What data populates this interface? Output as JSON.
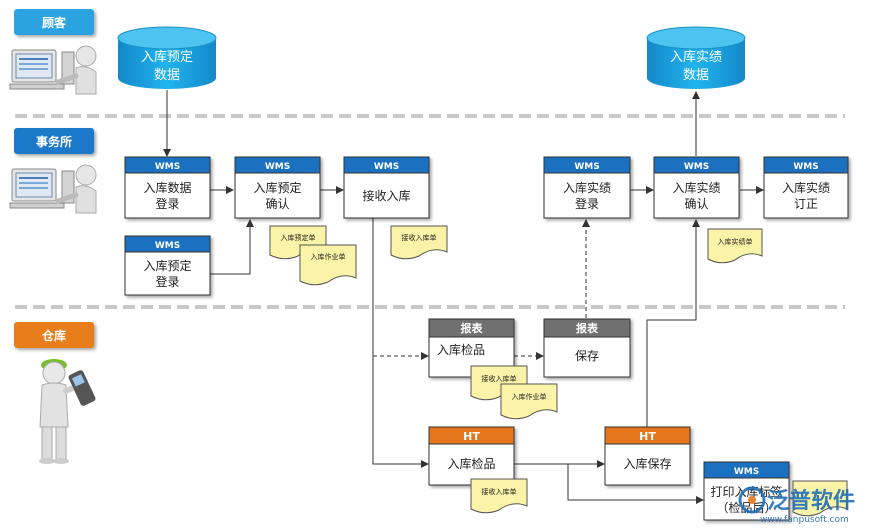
{
  "lanes": [
    {
      "label": "顾客",
      "color": "#29a3e0"
    },
    {
      "label": "事务所",
      "color": "#1f78c8"
    },
    {
      "label": "仓库",
      "color": "#e87d1e"
    }
  ],
  "databases": {
    "left": [
      "入库预定",
      "数据"
    ],
    "right": [
      "入库实绩",
      "数据"
    ]
  },
  "boxes": {
    "b1": {
      "header": "WMS",
      "lines": [
        "入库数据",
        "登录"
      ]
    },
    "b2": {
      "header": "WMS",
      "lines": [
        "入库预定",
        "确认"
      ]
    },
    "b3": {
      "header": "WMS",
      "lines": [
        "接收入库"
      ]
    },
    "b4": {
      "header": "WMS",
      "lines": [
        "入库实绩",
        "登录"
      ]
    },
    "b5": {
      "header": "WMS",
      "lines": [
        "入库实绩",
        "确认"
      ]
    },
    "b6": {
      "header": "WMS",
      "lines": [
        "入库实绩",
        "订正"
      ]
    },
    "b7": {
      "header": "WMS",
      "lines": [
        "入库预定",
        "登录"
      ]
    },
    "r1": {
      "header": "报表",
      "lines": [
        "入库检品"
      ]
    },
    "r2": {
      "header": "报表",
      "lines": [
        "保存"
      ]
    },
    "h1": {
      "header": "HT",
      "lines": [
        "入库检品"
      ]
    },
    "h2": {
      "header": "HT",
      "lines": [
        "入库保存"
      ]
    },
    "b8": {
      "header": "WMS",
      "lines": [
        "打印入库标签",
        "（检品后）"
      ]
    }
  },
  "docs": {
    "d1": "入库预定单",
    "d2": "入库作业单",
    "d3": "接收入库单",
    "d4": "入库实绩单",
    "d5": "接收入库单",
    "d6": "入库作业单",
    "d7": "接收入库单"
  },
  "watermark": {
    "text": "泛普软件",
    "sub": "www.fanpusoft.com"
  },
  "colors": {
    "wms_header": "#1a6fc0",
    "report_header": "#707070",
    "ht_header": "#e8761a",
    "db": "#16a3e0",
    "doc_fill": "#fbf3a8"
  }
}
